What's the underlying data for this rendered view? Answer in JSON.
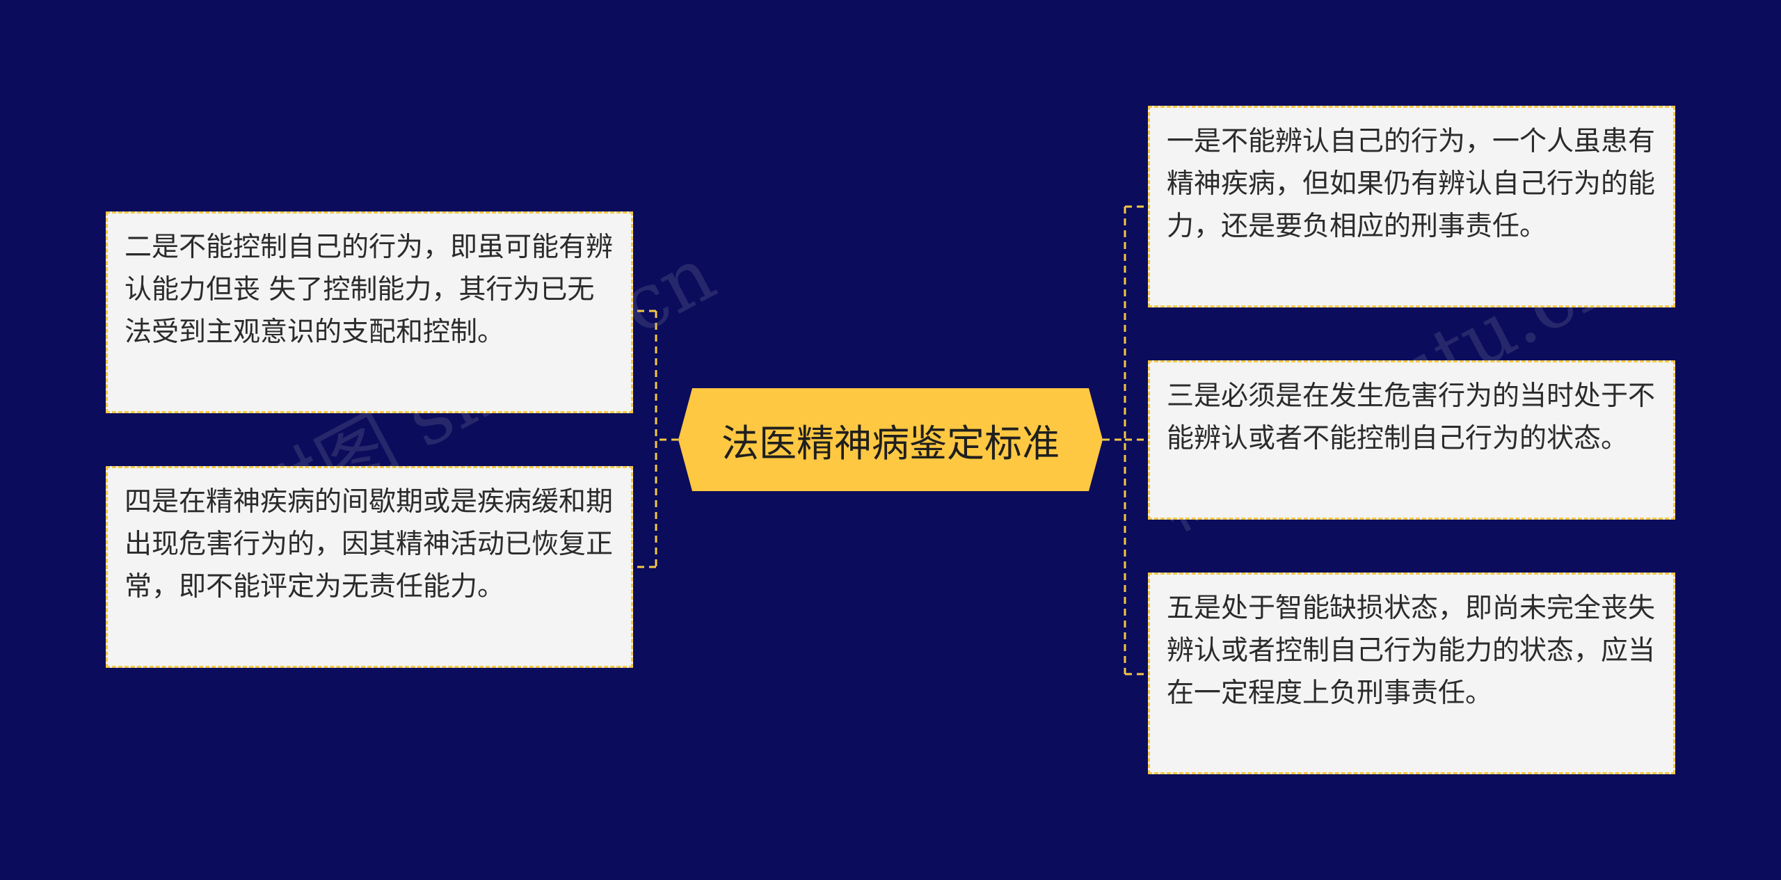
{
  "center": {
    "title": "法医精神病鉴定标准"
  },
  "left_nodes": [
    {
      "text": "二是不能控制自己的行为，即虽可能有辨认能力但丧 失了控制能力，其行为已无法受到主观意识的支配和控制。"
    },
    {
      "text": "四是在精神疾病的间歇期或是疾病缓和期出现危害行为的，因其精神活动已恢复正常，即不能评定为无责任能力。"
    }
  ],
  "right_nodes": [
    {
      "text": "一是不能辨认自己的行为，一个人虽患有精神疾病，但如果仍有辨认自己行为的能力，还是要负相应的刑事责任。"
    },
    {
      "text": "三是必须是在发生危害行为的当时处于不能辨认或者不能控制自己行为的状态。"
    },
    {
      "text": "五是处于智能缺损状态，即尚未完全丧失辨认或者控制自己行为能力的状态，应当在一定程度上负刑事责任。"
    }
  ],
  "watermark": {
    "left": "树图 shutu.cn",
    "right": "树图 shutu.cn"
  },
  "colors": {
    "background": "#0b0c5c",
    "center_fill": "#ffc842",
    "connector": "#f5c842",
    "node_fill": "#f4f4f4"
  }
}
